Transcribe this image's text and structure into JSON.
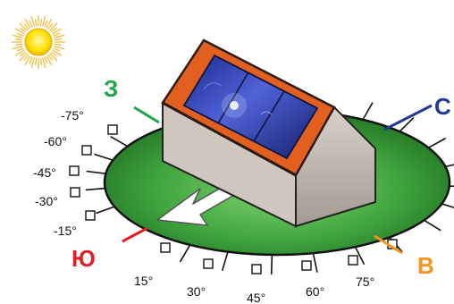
{
  "compass": {
    "west": {
      "label": "З",
      "color": "#1aa64a"
    },
    "north": {
      "label": "С",
      "color": "#1f3a93"
    },
    "south": {
      "label": "Ю",
      "color": "#e31e24"
    },
    "east": {
      "label": "В",
      "color": "#f7941d"
    }
  },
  "angles": {
    "left": [
      "-75°",
      "-60°",
      "-45°",
      "-30°",
      "-15°"
    ],
    "bottom": [
      "15°",
      "30°",
      "45°",
      "60°",
      "75°"
    ]
  },
  "icons": {
    "sun": "sun-icon",
    "house": "house-icon",
    "solar_panel": "solar-panel-icon",
    "arrow": "south-direction-arrow-icon"
  }
}
